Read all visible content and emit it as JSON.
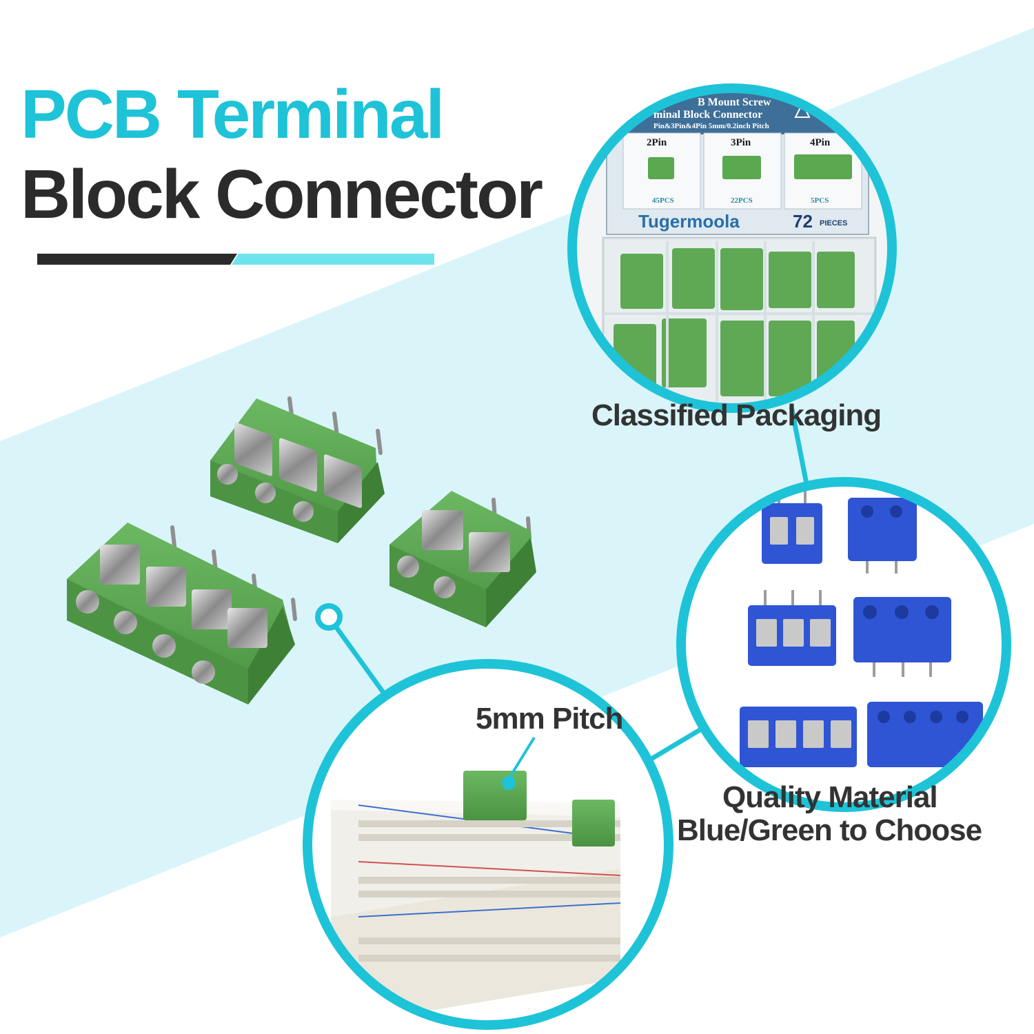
{
  "title": {
    "line1": "PCB Terminal",
    "line2": "Block Connector"
  },
  "labels": {
    "packaging": "Classified Packaging",
    "pitch": "5mm Pitch",
    "quality_line1": "Quality Material",
    "quality_line2": "Blue/Green to Choose"
  },
  "package": {
    "header_line1": "B Mount Screw",
    "header_line2": "minal Block Connector",
    "header_line3": "Pin&3Pin&4Pin  5mm/0.2inch  Pitch",
    "col1_title": "2Pin",
    "col1_count": "45PCS",
    "col2_title": "3Pin",
    "col2_count": "22PCS",
    "col3_title": "4Pin",
    "col3_count": "5PCS",
    "brand": "Tugermoola",
    "total_count": "72",
    "total_label": "PIECES"
  },
  "colors": {
    "accent": "#1ec3d8",
    "title_dark": "#2b2b2b",
    "connector_green": "#5aa84f",
    "connector_blue": "#2f55d4",
    "background_band": "#d7f4f9"
  }
}
